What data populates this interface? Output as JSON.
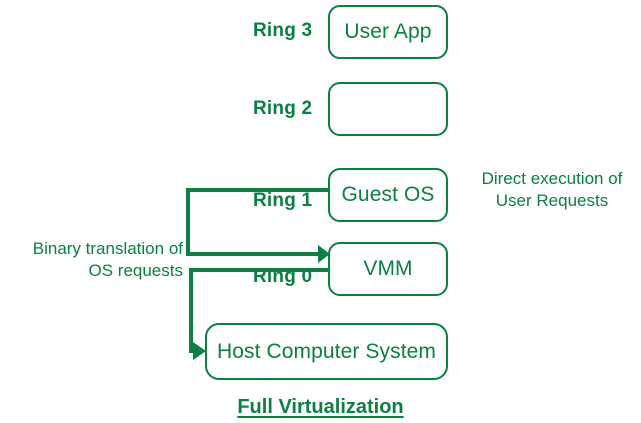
{
  "diagram": {
    "caption": "Full Virtualization",
    "accent_color": "#0b8043",
    "background_color": "#ffffff",
    "nodes": [
      {
        "id": "user-app",
        "label": "User App"
      },
      {
        "id": "ring2-box",
        "label": ""
      },
      {
        "id": "guest-os",
        "label": "Guest OS"
      },
      {
        "id": "vmm",
        "label": "VMM"
      },
      {
        "id": "host",
        "label": "Host Computer System"
      }
    ],
    "ring_labels": [
      {
        "id": "ring-3",
        "label": "Ring 3"
      },
      {
        "id": "ring-2",
        "label": "Ring 2"
      },
      {
        "id": "ring-1",
        "label": "Ring 1"
      },
      {
        "id": "ring-0",
        "label": "Ring 0"
      }
    ],
    "annotations": [
      {
        "id": "annot-left",
        "text": "Binary translation of\nOS requests"
      },
      {
        "id": "annot-right",
        "text": "Direct execution of\nUser Requests"
      }
    ],
    "connectors": [
      {
        "id": "guest-os-to-vmm",
        "from": "guest-os",
        "to": "vmm",
        "arrowhead": true
      },
      {
        "id": "vmm-to-host",
        "from": "vmm",
        "to": "host",
        "arrowhead": true
      }
    ]
  }
}
